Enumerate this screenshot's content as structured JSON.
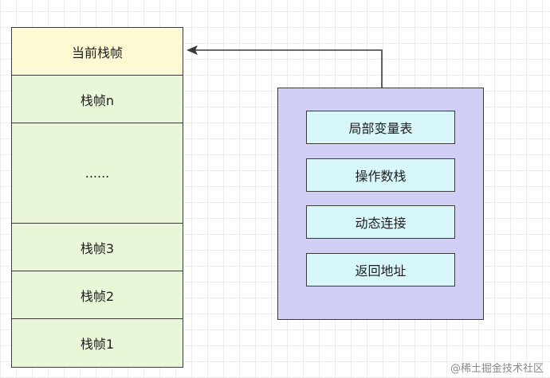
{
  "stack": {
    "frames": [
      {
        "label": "当前栈帧"
      },
      {
        "label": "栈帧n"
      },
      {
        "label": "......"
      },
      {
        "label": "栈帧3"
      },
      {
        "label": "栈帧2"
      },
      {
        "label": "栈帧1"
      }
    ]
  },
  "frame_detail": {
    "parts": [
      {
        "label": "局部变量表"
      },
      {
        "label": "操作数栈"
      },
      {
        "label": "动态连接"
      },
      {
        "label": "返回地址"
      }
    ]
  },
  "colors": {
    "current_frame": "#fcf9d3",
    "frame": "#e9f6d8",
    "detail_box": "#d2cff7",
    "part": "#d7f7fb",
    "border": "#3a3a3a"
  },
  "watermark": "@稀土掘金技术社区"
}
